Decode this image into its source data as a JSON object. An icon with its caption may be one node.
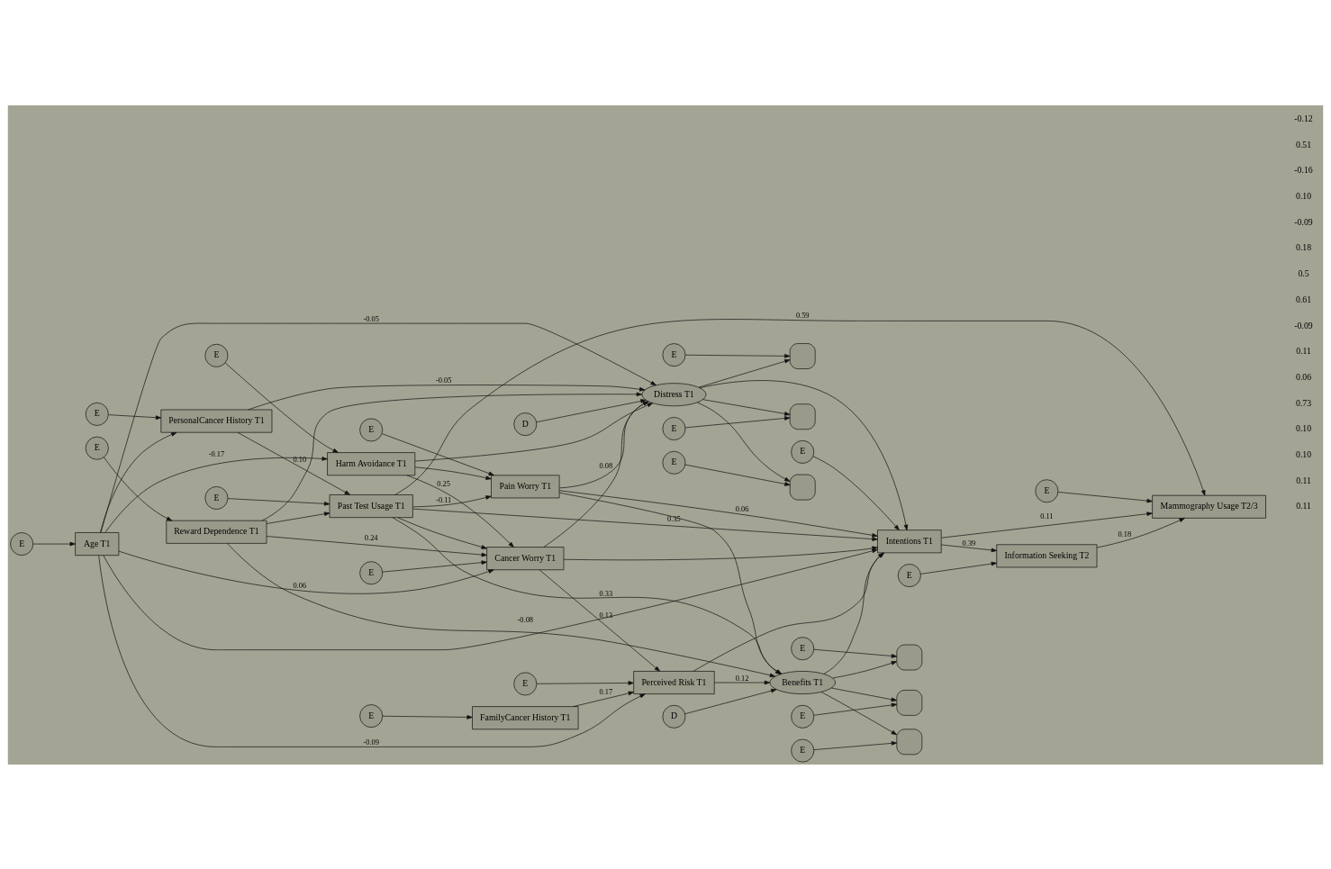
{
  "diagram": {
    "nodes": [
      {
        "text": [
          "E"
        ]
      },
      {
        "text": [
          "PersonalCancer History T1"
        ]
      },
      {
        "text": [
          "E"
        ]
      },
      {
        "text": [
          "E"
        ]
      },
      {
        "text": [
          "E"
        ]
      },
      {
        "text": [
          "E"
        ]
      },
      {
        "text": [
          "E"
        ]
      },
      {
        "text": [
          "FamilyCancer History T1"
        ]
      },
      {
        "text": [
          "Past Test Usage T1"
        ]
      },
      {
        "text": [],
        "shape": "box"
      },
      {
        "text": [],
        "shape": "box"
      },
      {
        "text": [],
        "shape": "box"
      },
      {
        "text": [
          "E"
        ]
      },
      {
        "text": [
          "D"
        ]
      },
      {
        "text": [
          "Harm Avoidance T1"
        ]
      },
      {
        "text": [
          "Distress T1"
        ]
      },
      {
        "text": [
          "E"
        ]
      },
      {
        "text": [
          "E"
        ]
      },
      {
        "text": [
          "Cancer Worry T1"
        ]
      },
      {
        "text": [
          "E"
        ]
      },
      {
        "text": [
          "Intentions T1"
        ]
      },
      {
        "text": [
          "Pain Worry T1"
        ]
      },
      {
        "text": [
          "Information Seeking T2"
        ]
      },
      {
        "text": [
          "Mammography Usage T2/3"
        ]
      },
      {
        "text": [
          "Perceived Risk T1"
        ]
      },
      {
        "text": [
          "Reward Dependence T1"
        ]
      },
      {
        "text": [
          "E"
        ]
      },
      {
        "text": [
          "Benefits T1"
        ]
      },
      {
        "text": [
          "E"
        ]
      },
      {
        "text": [
          "E"
        ]
      },
      {
        "text": [
          "E"
        ]
      },
      {
        "text": [
          "Age T1"
        ]
      },
      {
        "text": [
          "D"
        ]
      },
      {
        "text": [],
        "shape": "box"
      },
      {
        "text": [],
        "shape": "box"
      },
      {
        "text": [],
        "shape": "box"
      },
      {
        "text": [
          "E"
        ]
      },
      {
        "text": [
          "E"
        ]
      },
      {
        "text": [
          "E"
        ]
      },
      {
        "text": [
          "E"
        ]
      }
    ],
    "edges": [
      {
        "from": 0,
        "to": 7,
        "arrow": "to"
      },
      {
        "from": 2,
        "to": 1,
        "arrow": "to"
      },
      {
        "from": 3,
        "to": 8,
        "arrow": "to"
      },
      {
        "from": 4,
        "to": 9,
        "arrow": "to"
      },
      {
        "from": 5,
        "to": 10,
        "arrow": "to"
      },
      {
        "from": 6,
        "to": 11,
        "arrow": "to"
      },
      {
        "from": 12,
        "to": 18,
        "arrow": "to"
      },
      {
        "from": 13,
        "to": 15,
        "arrow": "to"
      },
      {
        "from": 16,
        "to": 23,
        "arrow": "to"
      },
      {
        "from": 17,
        "to": 14,
        "arrow": "to"
      },
      {
        "from": 19,
        "to": 22,
        "arrow": "to"
      },
      {
        "from": 26,
        "to": 24,
        "arrow": "to"
      },
      {
        "from": 28,
        "to": 20,
        "arrow": "to"
      },
      {
        "from": 29,
        "to": 21,
        "arrow": "to"
      },
      {
        "from": 30,
        "to": 25,
        "arrow": "to"
      },
      {
        "from": 39,
        "to": 31,
        "arrow": "to"
      },
      {
        "from": 36,
        "to": 33,
        "arrow": "to"
      },
      {
        "from": 37,
        "to": 34,
        "arrow": "to"
      },
      {
        "from": 38,
        "to": 35,
        "arrow": "to"
      },
      {
        "from": 32,
        "to": 27,
        "arrow": "to"
      },
      {
        "from": 15,
        "to": 9,
        "arrow": "to"
      },
      {
        "from": 15,
        "to": 10,
        "arrow": "to"
      },
      {
        "from": 15,
        "to": 11,
        "arrow": "to"
      },
      {
        "from": 27,
        "to": 33,
        "arrow": "to"
      },
      {
        "from": 27,
        "to": 34,
        "arrow": "to"
      },
      {
        "from": 27,
        "to": 35,
        "arrow": "to"
      },
      {
        "from": 1,
        "to": 8,
        "arrow": "to",
        "label": "0.10"
      },
      {
        "from": 1,
        "to": 15,
        "arrow": "to",
        "label": "-0.05"
      },
      {
        "from": 7,
        "to": 24,
        "arrow": "to",
        "label": "0.17"
      },
      {
        "from": 14,
        "to": 15,
        "arrow": "to"
      },
      {
        "from": 14,
        "to": 21,
        "arrow": "to"
      },
      {
        "from": 14,
        "to": 18,
        "arrow": "to",
        "label": "0.25"
      },
      {
        "from": 8,
        "to": 18,
        "arrow": "to"
      },
      {
        "from": 8,
        "to": 21,
        "arrow": "to",
        "label": "-0.11"
      },
      {
        "from": 8,
        "to": 27,
        "arrow": "to",
        "label": "0.33"
      },
      {
        "from": 8,
        "to": 20,
        "arrow": "to",
        "label": "0.35"
      },
      {
        "from": 8,
        "to": 23,
        "arrow": "to",
        "label": "0.59"
      },
      {
        "from": 25,
        "to": 8,
        "arrow": "to"
      },
      {
        "from": 25,
        "to": 15,
        "arrow": "to"
      },
      {
        "from": 25,
        "to": 18,
        "arrow": "to",
        "label": "0.24"
      },
      {
        "from": 25,
        "to": 27,
        "arrow": "to"
      },
      {
        "from": 18,
        "to": 15,
        "arrow": "to"
      },
      {
        "from": 18,
        "to": 20,
        "arrow": "to"
      },
      {
        "from": 18,
        "to": 24,
        "arrow": "to",
        "label": "0.13"
      },
      {
        "from": 24,
        "to": 20,
        "arrow": "to"
      },
      {
        "from": 24,
        "to": 27,
        "arrow": "to",
        "label": "0.12"
      },
      {
        "from": 21,
        "to": 15,
        "arrow": "to",
        "label": "0.08"
      },
      {
        "from": 21,
        "to": 20,
        "arrow": "to",
        "label": "0.06"
      },
      {
        "from": 21,
        "to": 27,
        "arrow": "to"
      },
      {
        "from": 15,
        "to": 20,
        "arrow": "to"
      },
      {
        "from": 27,
        "to": 20,
        "arrow": "to"
      },
      {
        "from": 20,
        "to": 22,
        "arrow": "to",
        "label": "0.39"
      },
      {
        "from": 22,
        "to": 23,
        "arrow": "to",
        "label": "0.18"
      },
      {
        "from": 20,
        "to": 23,
        "arrow": "to",
        "label": "0.11"
      },
      {
        "from": 31,
        "to": 14,
        "arrow": "to",
        "label": "-0.17"
      },
      {
        "from": 31,
        "to": 24,
        "arrow": "to",
        "label": "-0.09"
      },
      {
        "from": 31,
        "to": 18,
        "arrow": "to",
        "label": "0.06"
      },
      {
        "from": 31,
        "to": 1,
        "arrow": "to"
      },
      {
        "from": 31,
        "to": 15,
        "arrow": "to",
        "label": "-0.05"
      },
      {
        "from": 31,
        "to": 20,
        "arrow": "to",
        "label": "-0.08"
      }
    ],
    "labels": [
      "0.11",
      "0.11",
      "0.10",
      "0.10",
      "0.73",
      "0.06",
      "0.11",
      "-0.09",
      "0.61",
      "0.5",
      "0.18",
      "-0.09",
      "0.10",
      "-0.16",
      "0.51",
      "-0.12"
    ]
  }
}
